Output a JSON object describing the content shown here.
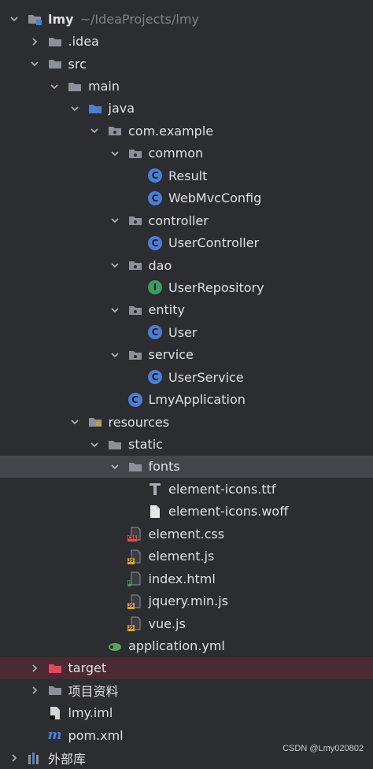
{
  "colors": {
    "folder": "#8c9099",
    "source_folder": "#4a80d0",
    "excluded_folder": "#e04a5e",
    "class": "#4b7fd6",
    "interface": "#3f9a64",
    "selected_row": "#43454a"
  },
  "watermark": "CSDN @Lmy020802",
  "rows": [
    {
      "id": "lmy",
      "label": "lmy",
      "path": "~/IdeaProjects/lmy",
      "icon": "module-folder-icon",
      "level": 0,
      "expanded": true
    },
    {
      "id": "idea",
      "label": ".idea",
      "icon": "folder-icon",
      "level": 1,
      "expanded": false
    },
    {
      "id": "src",
      "label": "src",
      "icon": "folder-icon",
      "level": 1,
      "expanded": true
    },
    {
      "id": "main",
      "label": "main",
      "icon": "folder-icon",
      "level": 2,
      "expanded": true
    },
    {
      "id": "java",
      "label": "java",
      "icon": "source-folder-icon",
      "level": 3,
      "expanded": true
    },
    {
      "id": "com-example",
      "label": "com.example",
      "icon": "package-icon",
      "level": 4,
      "expanded": true
    },
    {
      "id": "common",
      "label": "common",
      "icon": "package-icon",
      "level": 5,
      "expanded": true
    },
    {
      "id": "result",
      "label": "Result",
      "icon": "class-icon",
      "badge": "C",
      "level": 6
    },
    {
      "id": "webmvcconfig",
      "label": "WebMvcConfig",
      "icon": "class-icon",
      "badge": "C",
      "level": 6
    },
    {
      "id": "controller",
      "label": "controller",
      "icon": "package-icon",
      "level": 5,
      "expanded": true
    },
    {
      "id": "usercontroller",
      "label": "UserController",
      "icon": "class-icon",
      "badge": "C",
      "level": 6
    },
    {
      "id": "dao",
      "label": "dao",
      "icon": "package-icon",
      "level": 5,
      "expanded": true
    },
    {
      "id": "userrepository",
      "label": "UserRepository",
      "icon": "interface-icon",
      "badge": "I",
      "level": 6
    },
    {
      "id": "entity",
      "label": "entity",
      "icon": "package-icon",
      "level": 5,
      "expanded": true
    },
    {
      "id": "user",
      "label": "User",
      "icon": "class-icon",
      "badge": "C",
      "level": 6
    },
    {
      "id": "service",
      "label": "service",
      "icon": "package-icon",
      "level": 5,
      "expanded": true
    },
    {
      "id": "userservice",
      "label": "UserService",
      "icon": "class-icon",
      "badge": "C",
      "level": 6
    },
    {
      "id": "lmyapplication",
      "label": "LmyApplication",
      "icon": "spring-boot-class-icon",
      "badge": "C",
      "level": 5
    },
    {
      "id": "resources",
      "label": "resources",
      "icon": "resources-folder-icon",
      "level": 3,
      "expanded": true
    },
    {
      "id": "static",
      "label": "static",
      "icon": "folder-icon",
      "level": 4,
      "expanded": true
    },
    {
      "id": "fonts",
      "label": "fonts",
      "icon": "folder-icon",
      "level": 5,
      "expanded": true,
      "selected": true
    },
    {
      "id": "ttf",
      "label": "element-icons.ttf",
      "icon": "font-file-icon",
      "level": 6
    },
    {
      "id": "woff",
      "label": "element-icons.woff",
      "icon": "file-icon",
      "level": 6
    },
    {
      "id": "css",
      "label": "element.css",
      "icon": "css-file-icon",
      "filebadge": "CSS",
      "level": 5
    },
    {
      "id": "elementjs",
      "label": "element.js",
      "icon": "js-file-icon",
      "filebadge": "JS",
      "level": 5
    },
    {
      "id": "index",
      "label": "index.html",
      "icon": "html-file-icon",
      "filebadge": "H",
      "level": 5
    },
    {
      "id": "jquery",
      "label": "jquery.min.js",
      "icon": "js-file-icon",
      "filebadge": "JS",
      "level": 5
    },
    {
      "id": "vue",
      "label": "vue.js",
      "icon": "js-file-icon",
      "filebadge": "JS",
      "level": 5
    },
    {
      "id": "appyml",
      "label": "application.yml",
      "icon": "spring-config-icon",
      "level": 4
    },
    {
      "id": "target",
      "label": "target",
      "icon": "excluded-folder-icon",
      "level": 1,
      "expanded": false,
      "excluded": true
    },
    {
      "id": "xiangmu",
      "label": "项目资料",
      "icon": "folder-icon",
      "level": 1,
      "expanded": false
    },
    {
      "id": "lmyiml",
      "label": "lmy.iml",
      "icon": "iml-file-icon",
      "level": 1
    },
    {
      "id": "pomxml",
      "label": "pom.xml",
      "icon": "maven-icon",
      "badge": "m",
      "level": 1
    },
    {
      "id": "extlibs",
      "label": "外部库",
      "icon": "library-icon",
      "level": 0,
      "expanded": false
    }
  ]
}
